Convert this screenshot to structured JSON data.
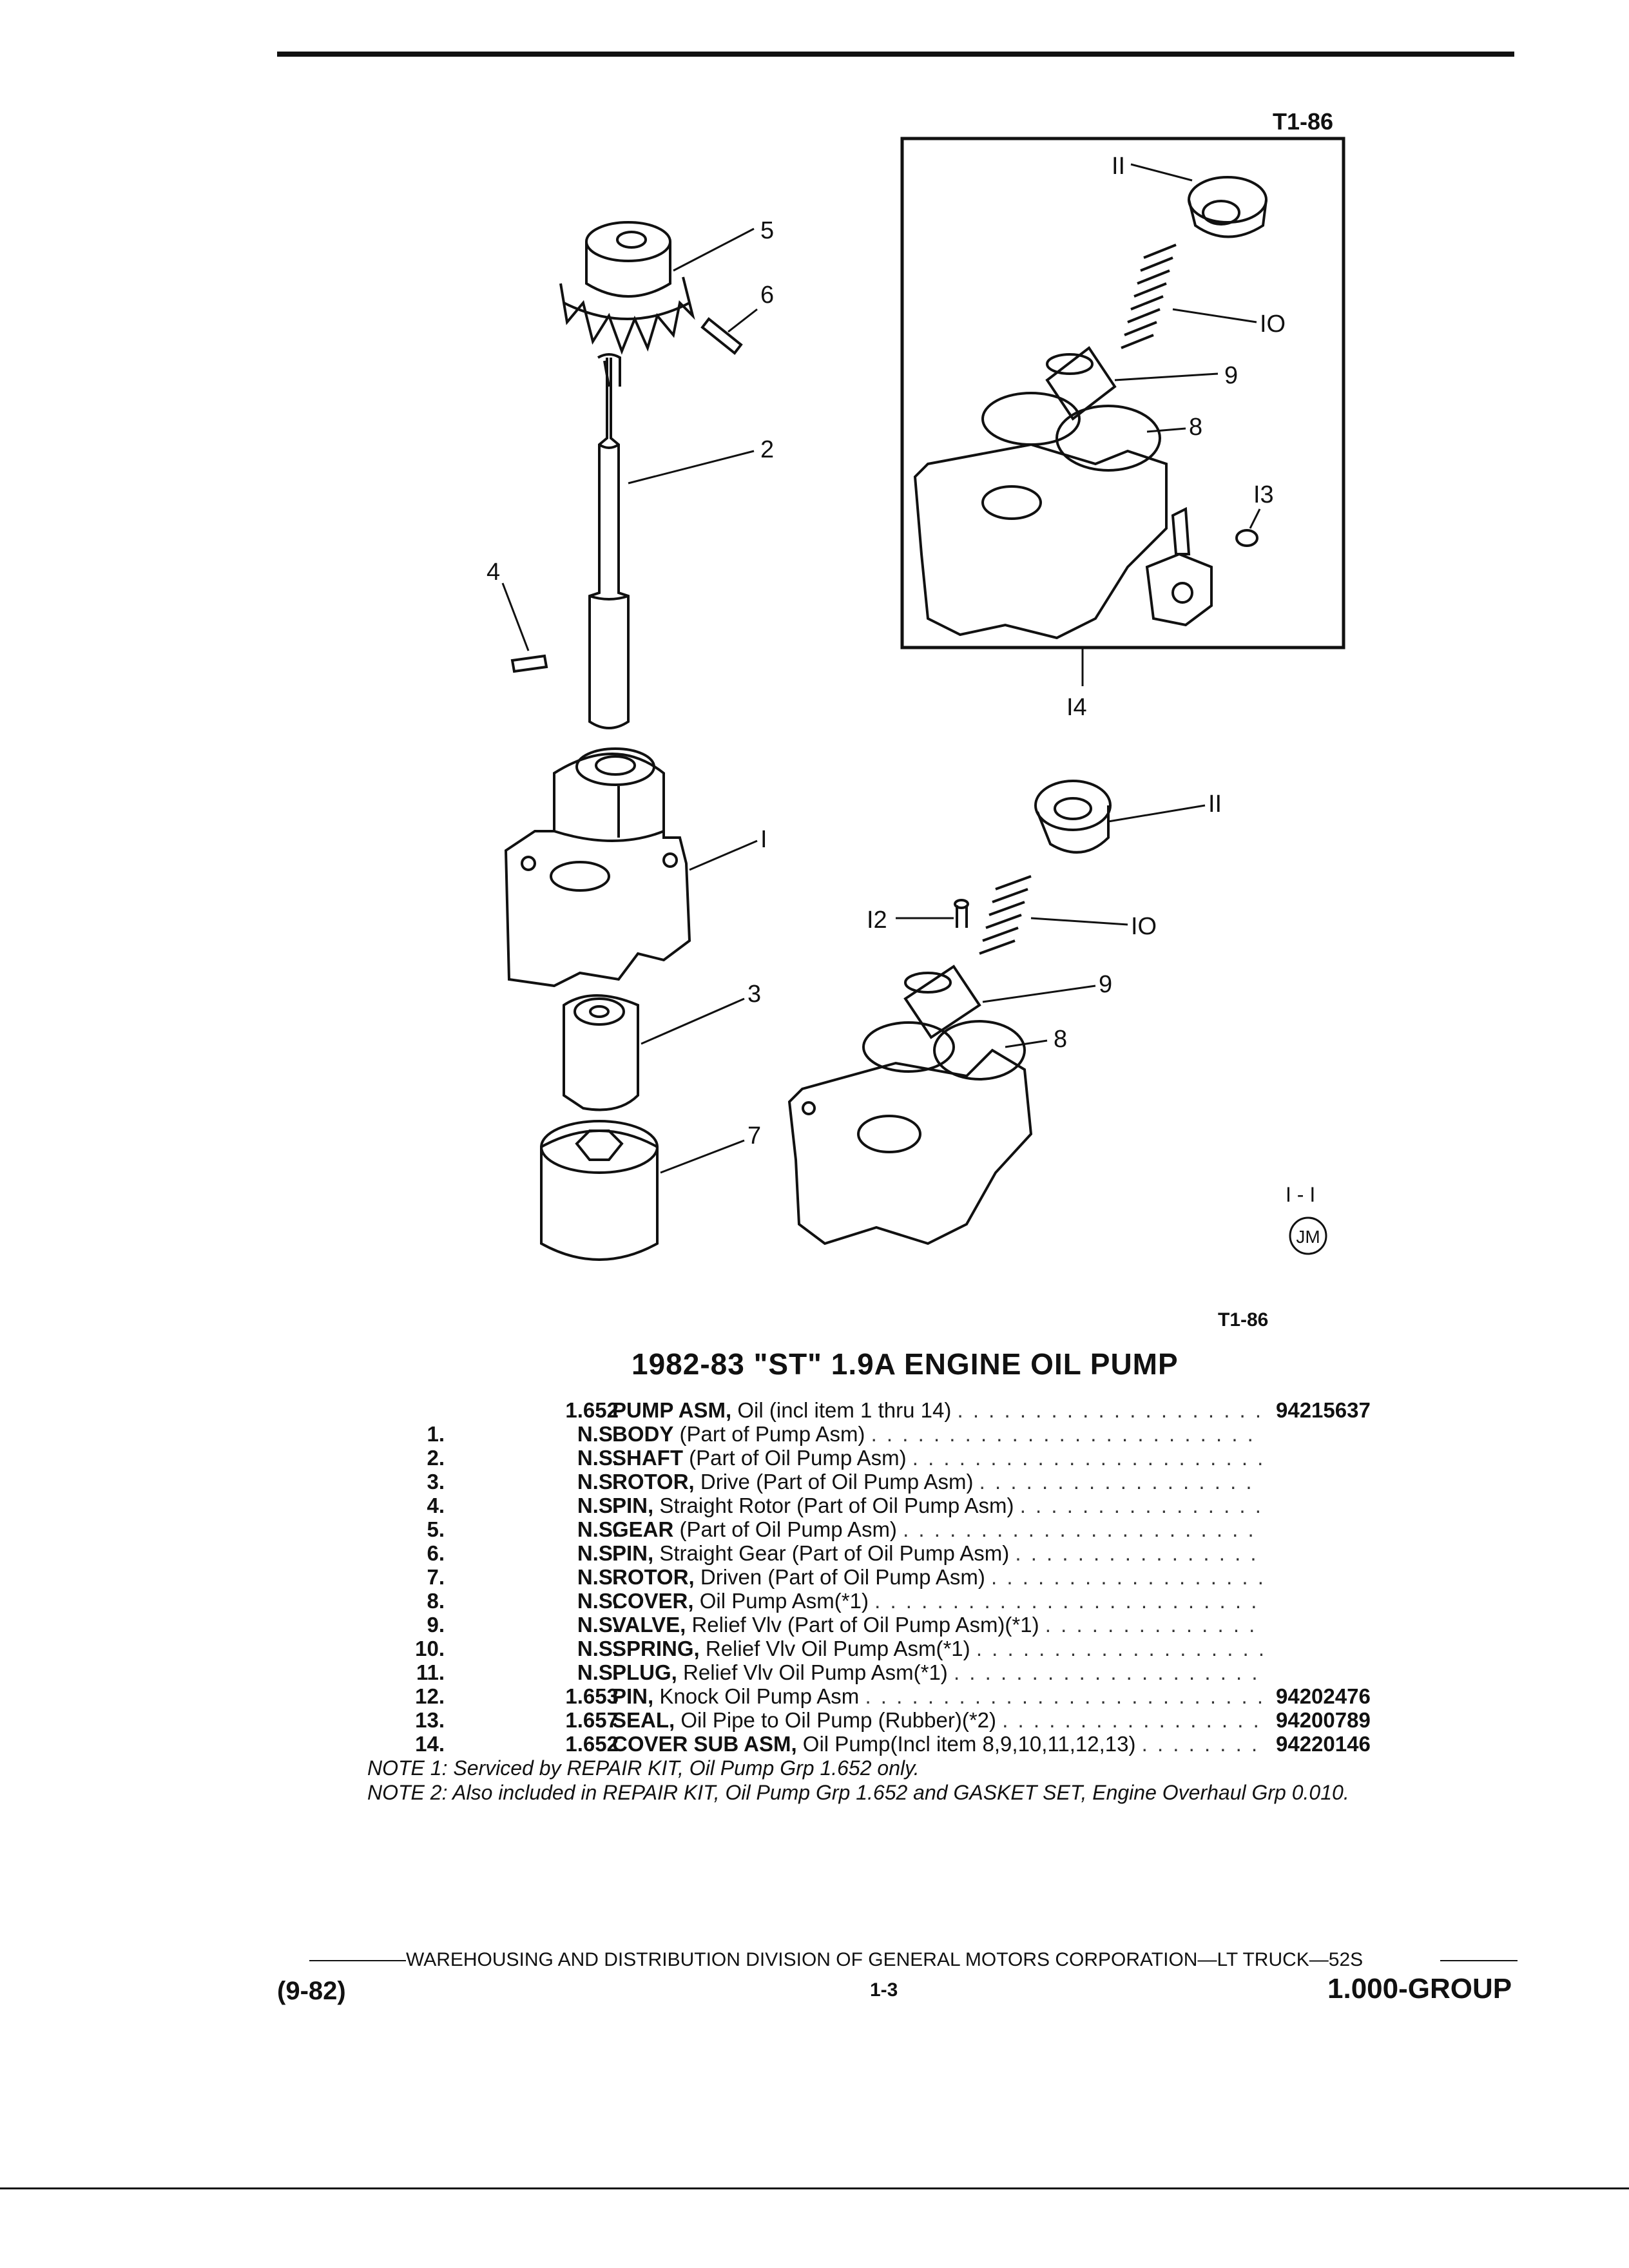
{
  "figure": {
    "ref_top": "T1-86",
    "ref_bottom": "T1-86",
    "mark": "JM",
    "mark_code": "I - I",
    "callouts": {
      "c1": "I",
      "c2": "2",
      "c3": "3",
      "c4": "4",
      "c5": "5",
      "c6": "6",
      "c7": "7",
      "c8a": "8",
      "c9a": "9",
      "c10a": "IO",
      "c11a": "II",
      "c13": "I3",
      "c14": "I4",
      "c8b": "8",
      "c9b": "9",
      "c10b": "IO",
      "c11b": "II",
      "c12": "I2"
    }
  },
  "title": "1982-83 \"ST\" 1.9A ENGINE OIL PUMP",
  "parts": [
    {
      "idx": "",
      "group": "1.652",
      "name": "PUMP ASM,",
      "desc": " Oil (incl item 1 thru 14) ",
      "part_no": "94215637"
    },
    {
      "idx": "1.",
      "group": "N.S.",
      "name": "BODY",
      "desc": " (Part of Pump Asm) ",
      "part_no": ""
    },
    {
      "idx": "2.",
      "group": "N.S.",
      "name": "SHAFT",
      "desc": " (Part of Oil Pump Asm) ",
      "part_no": ""
    },
    {
      "idx": "3.",
      "group": "N.S.",
      "name": "ROTOR,",
      "desc": " Drive (Part of Oil Pump Asm) ",
      "part_no": ""
    },
    {
      "idx": "4.",
      "group": "N.S.",
      "name": "PIN,",
      "desc": " Straight Rotor (Part of Oil Pump Asm) ",
      "part_no": ""
    },
    {
      "idx": "5.",
      "group": "N.S.",
      "name": "GEAR",
      "desc": " (Part of Oil Pump Asm) ",
      "part_no": ""
    },
    {
      "idx": "6.",
      "group": "N.S.",
      "name": "PIN,",
      "desc": " Straight Gear (Part of Oil Pump Asm) ",
      "part_no": ""
    },
    {
      "idx": "7.",
      "group": "N.S.",
      "name": "ROTOR,",
      "desc": " Driven (Part of Oil Pump Asm) ",
      "part_no": ""
    },
    {
      "idx": "8.",
      "group": "N.S.",
      "name": "COVER,",
      "desc": " Oil Pump Asm(*1) ",
      "part_no": ""
    },
    {
      "idx": "9.",
      "group": "N.S.",
      "name": "VALVE,",
      "desc": " Relief Vlv (Part of Oil Pump Asm)(*1) ",
      "part_no": ""
    },
    {
      "idx": "10.",
      "group": "N.S.",
      "name": "SPRING,",
      "desc": " Relief Vlv Oil Pump Asm(*1) ",
      "part_no": ""
    },
    {
      "idx": "11.",
      "group": "N.S.",
      "name": "PLUG,",
      "desc": " Relief Vlv Oil Pump Asm(*1) ",
      "part_no": ""
    },
    {
      "idx": "12.",
      "group": "1.653",
      "name": "PIN,",
      "desc": " Knock Oil Pump Asm ",
      "part_no": "94202476"
    },
    {
      "idx": "13.",
      "group": "1.657",
      "name": "SEAL,",
      "desc": " Oil Pipe to Oil Pump (Rubber)(*2) ",
      "part_no": "94200789"
    },
    {
      "idx": "14.",
      "group": "1.652",
      "name": "COVER SUB ASM,",
      "desc": " Oil Pump(Incl item 8,9,10,11,12,13) ",
      "part_no": "94220146"
    }
  ],
  "notes": {
    "note1": "NOTE 1: Serviced by REPAIR KIT, Oil Pump Grp 1.652 only.",
    "note2": "NOTE 2: Also included in REPAIR KIT, Oil Pump Grp 1.652 and GASKET SET, Engine Overhaul Grp 0.010."
  },
  "footer": {
    "line": "WAREHOUSING AND DISTRIBUTION DIVISION OF GENERAL MOTORS CORPORATION—LT TRUCK—52S",
    "date": "(9-82)",
    "page": "1-3",
    "group": "1.000-GROUP"
  }
}
